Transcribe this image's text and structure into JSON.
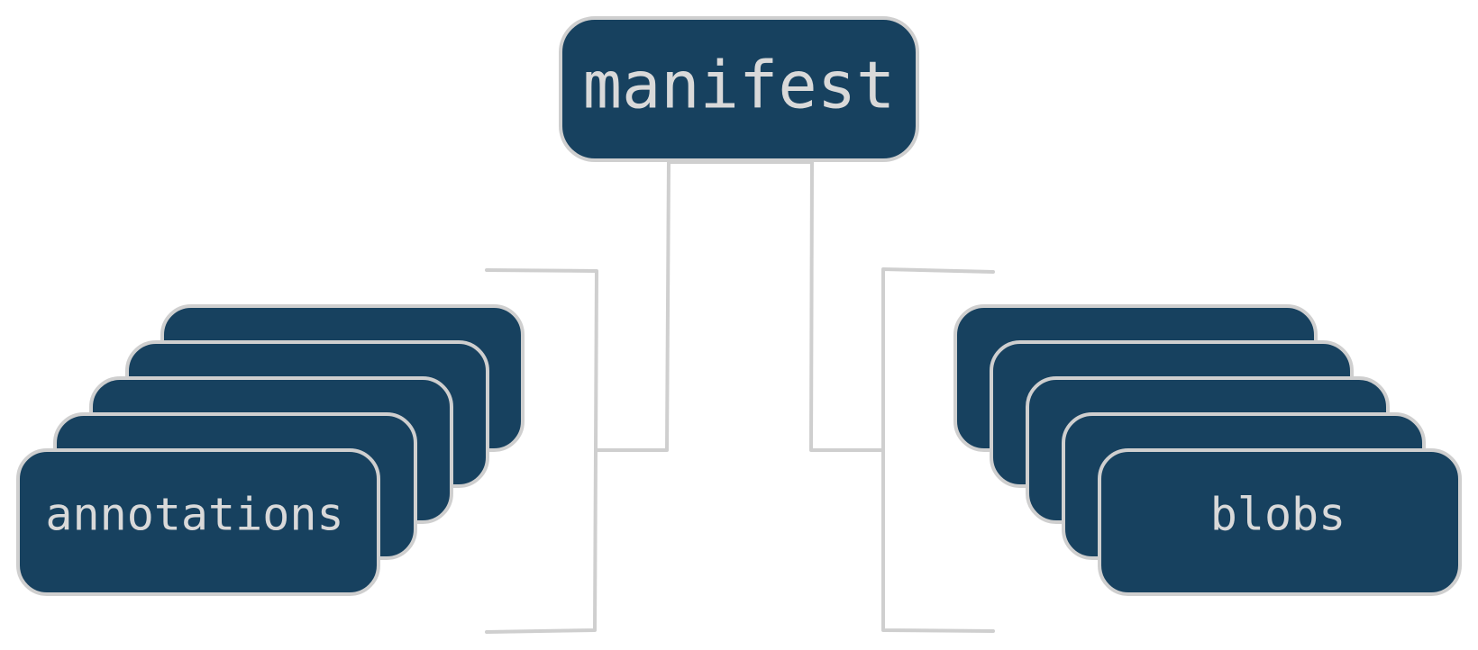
{
  "nodes": {
    "root": {
      "label": "manifest"
    },
    "left": {
      "label": "annotations"
    },
    "right": {
      "label": "blobs"
    }
  },
  "colors": {
    "node_fill": "#17415f",
    "node_stroke": "#cfcfcf",
    "connector": "#cfcfcf",
    "text": "#d9d9d9",
    "background": "#ffffff"
  }
}
